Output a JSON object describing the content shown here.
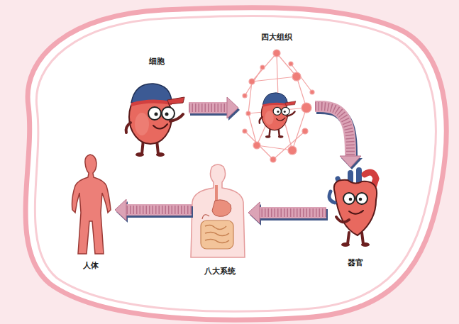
{
  "diagram": {
    "nodes": [
      {
        "text": [
          "细胞"
        ]
      },
      {
        "text": [
          "四大组织"
        ]
      },
      {
        "text": [
          "器官"
        ]
      },
      {
        "text": [
          "八大系统"
        ]
      },
      {
        "text": [
          "人体"
        ]
      }
    ],
    "edges": [
      {
        "from": 0,
        "to": 1,
        "arrow": "to"
      },
      {
        "from": 1,
        "to": 2,
        "arrow": "to"
      },
      {
        "from": 2,
        "to": 3,
        "arrow": "to"
      },
      {
        "from": 3,
        "to": 4,
        "arrow": "to"
      }
    ]
  }
}
